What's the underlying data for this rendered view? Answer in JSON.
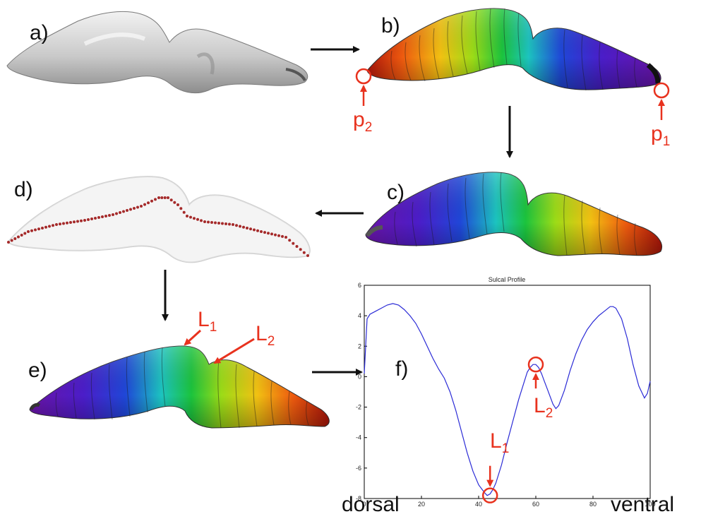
{
  "panels": {
    "a": "a)",
    "b": "b)",
    "c": "c)",
    "d": "d)",
    "e": "e)",
    "f": "f)"
  },
  "points": {
    "p1": {
      "base": "p",
      "sub": "1"
    },
    "p2": {
      "base": "p",
      "sub": "2"
    }
  },
  "landmarks": {
    "L1": {
      "base": "L",
      "sub": "1"
    },
    "L2": {
      "base": "L",
      "sub": "2"
    }
  },
  "axis_words": {
    "left": "dorsal",
    "right": "ventral"
  },
  "colors": {
    "annotation_red": "#e8321e",
    "plot_line": "#2b2bd6",
    "dots": "#a52a2a"
  },
  "chart_data": {
    "type": "line",
    "title": "Sulcal Profile",
    "xlabel": "",
    "ylabel": "",
    "xlim": [
      0,
      100
    ],
    "ylim": [
      -8,
      6
    ],
    "xticks": [
      "0",
      "20",
      "40",
      "60",
      "80",
      "100"
    ],
    "yticks": [
      "6",
      "4",
      "2",
      "0",
      "-2",
      "-4",
      "-6",
      "-8"
    ],
    "series": [
      {
        "x": [
          0,
          1,
          2,
          4,
          6,
          8,
          10,
          12,
          14,
          16,
          18,
          20,
          22,
          24,
          26,
          28,
          30,
          32,
          34,
          36,
          38,
          40,
          42,
          43,
          44,
          45,
          46,
          48,
          50,
          52,
          54,
          56,
          57,
          58,
          59,
          60,
          61,
          62,
          63,
          64,
          66,
          67,
          68,
          70,
          72,
          74,
          76,
          78,
          80,
          82,
          84,
          86,
          87,
          88,
          90,
          92,
          94,
          96,
          98,
          99,
          100
        ],
        "y": [
          0.2,
          3.8,
          4.1,
          4.3,
          4.5,
          4.7,
          4.8,
          4.7,
          4.4,
          4.0,
          3.5,
          2.8,
          2.0,
          1.2,
          0.5,
          -0.1,
          -1.0,
          -2.2,
          -3.6,
          -5.0,
          -6.2,
          -7.1,
          -7.6,
          -7.8,
          -7.7,
          -7.4,
          -7.0,
          -5.8,
          -4.3,
          -2.9,
          -1.5,
          -0.3,
          0.3,
          0.6,
          0.8,
          0.8,
          0.6,
          0.2,
          -0.3,
          -0.8,
          -1.8,
          -2.1,
          -1.9,
          -0.9,
          0.4,
          1.5,
          2.4,
          3.1,
          3.6,
          4.0,
          4.3,
          4.6,
          4.6,
          4.5,
          3.8,
          2.5,
          0.8,
          -0.6,
          -1.4,
          -1.1,
          -0.3
        ]
      }
    ],
    "annotations": [
      {
        "x": 44,
        "y": -7.8,
        "label": "L1"
      },
      {
        "x": 60,
        "y": 0.8,
        "label": "L2"
      }
    ]
  }
}
